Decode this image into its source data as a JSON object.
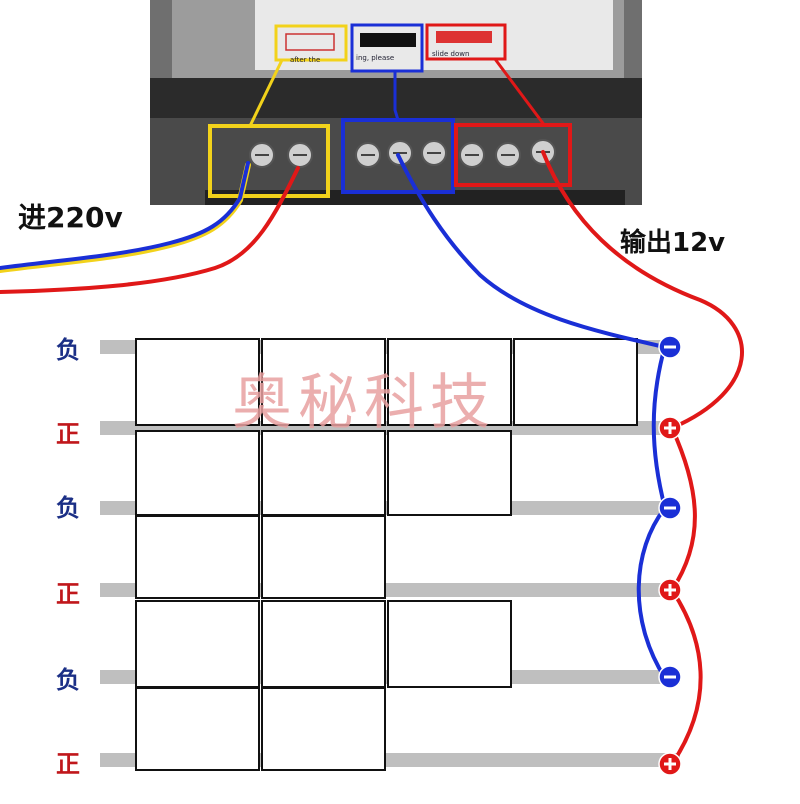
{
  "labels": {
    "input_voltage": "进220v",
    "output_voltage": "输出12v"
  },
  "rails": [
    {
      "label": "负",
      "polarity": "negative"
    },
    {
      "label": "正",
      "polarity": "positive"
    },
    {
      "label": "负",
      "polarity": "negative"
    },
    {
      "label": "正",
      "polarity": "positive"
    },
    {
      "label": "负",
      "polarity": "negative"
    },
    {
      "label": "正",
      "polarity": "positive"
    }
  ],
  "panel_rows": [
    4,
    3,
    2,
    3,
    2
  ],
  "terminal_groups": [
    {
      "name": "ac-input",
      "terminals": 2,
      "color": "#f2d21b"
    },
    {
      "name": "dc-negative",
      "terminals": 3,
      "color": "#1a2fd6"
    },
    {
      "name": "dc-positive",
      "terminals": 3,
      "color": "#e01818"
    }
  ],
  "sticker_text": {
    "left": "after the",
    "middle": "ing,  please",
    "right": "slide down"
  },
  "watermark": "奥秘科技",
  "colors": {
    "negative_wire": "#1a2fd6",
    "positive_wire": "#e01818",
    "input_frame": "#f2d21b",
    "rail": "#bfbfbf"
  }
}
